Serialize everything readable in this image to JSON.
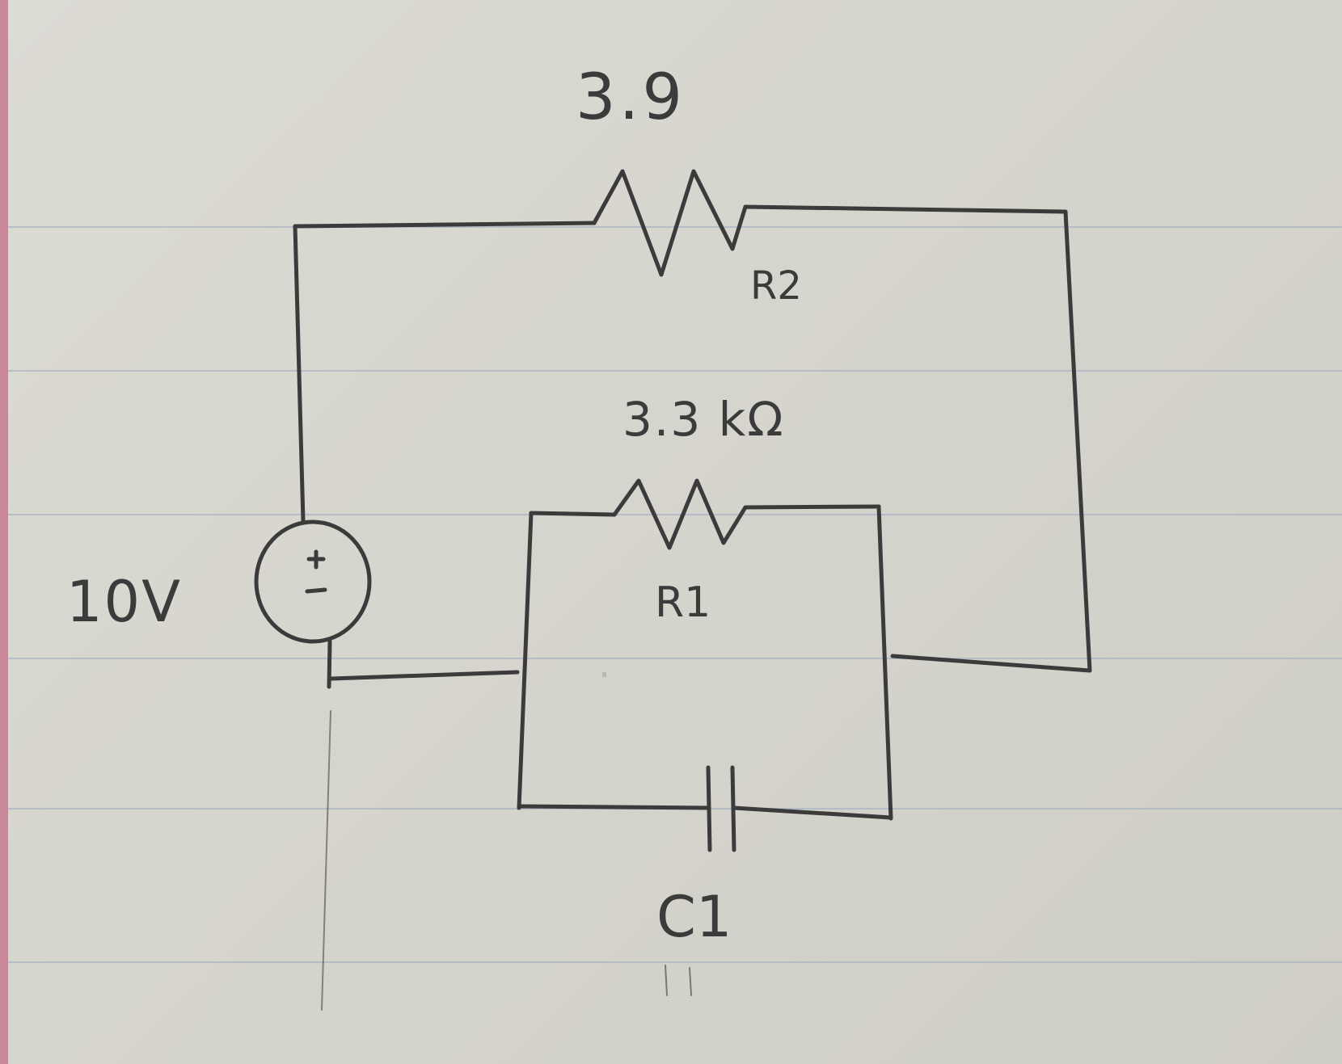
{
  "diagram": {
    "r2": {
      "value_label": "3.9",
      "name_label": "R2"
    },
    "r1": {
      "value_label": "3.3 kΩ",
      "name_label": "R1"
    },
    "source": {
      "value_label": "10V",
      "polarity_label": "±"
    },
    "c1": {
      "name_label": "C1"
    }
  },
  "colors": {
    "paper": "#d9d8d1",
    "ink": "#3b3b3b",
    "rule_lines": "#a9b4c6",
    "margin": "#c9879a"
  }
}
